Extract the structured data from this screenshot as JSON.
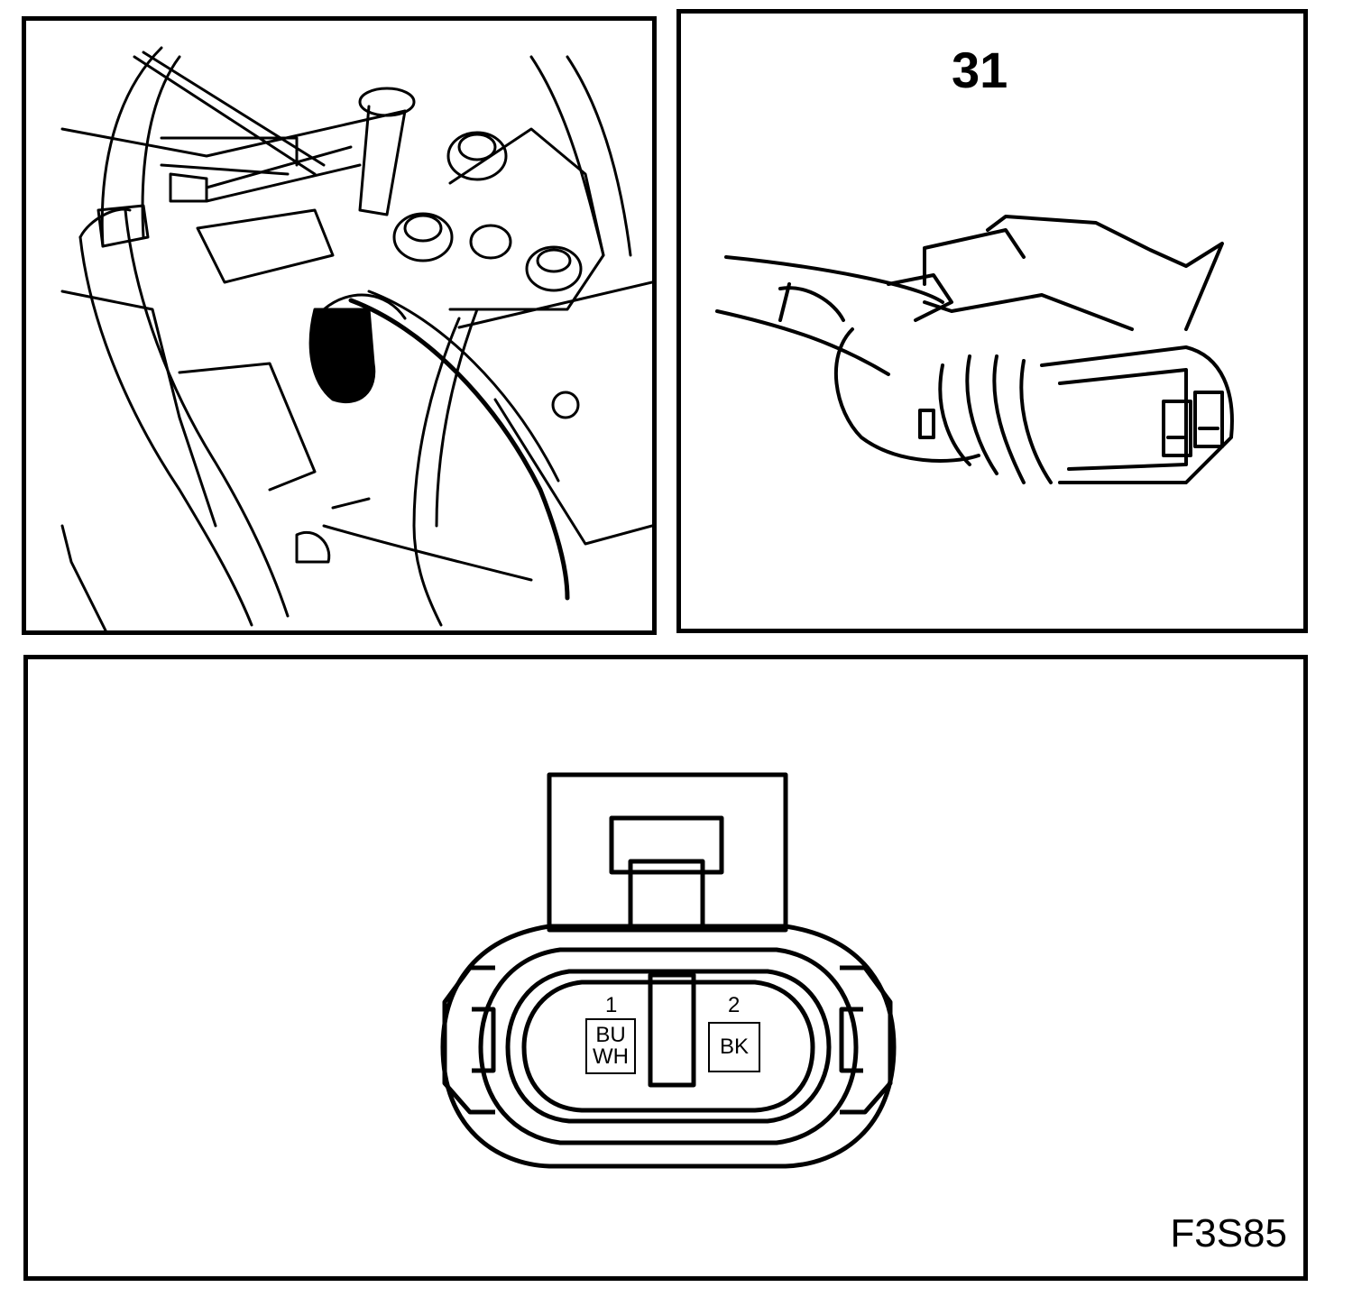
{
  "component_number": "31",
  "figure_code": "F3S85",
  "pins": [
    {
      "number": "1",
      "color_top": "BU",
      "color_bottom": "WH"
    },
    {
      "number": "2",
      "color_top": "BK",
      "color_bottom": ""
    }
  ]
}
